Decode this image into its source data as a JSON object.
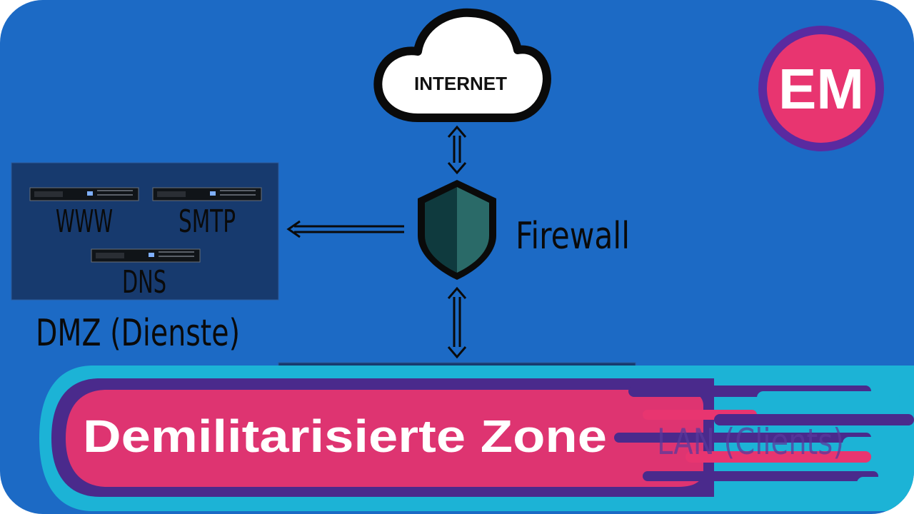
{
  "diagram": {
    "internet_label": "INTERNET",
    "firewall_label": "Firewall",
    "dmz": {
      "servers": [
        "WWW",
        "SMTP",
        "DNS"
      ],
      "caption": "DMZ (Dienste)"
    },
    "lan_caption": "LAN (Clients)"
  },
  "banner": {
    "title": "Demilitarisierte Zone"
  },
  "logo": {
    "text": "EM"
  },
  "colors": {
    "background": "#1c6ac5",
    "banner_pink": "#e83570",
    "banner_purple": "#4a2a8c",
    "banner_cyan": "#1cb3d6",
    "logo_ring": "#5a2aa0",
    "shield_dark": "#0f3a3e",
    "shield_light": "#2a6a68"
  }
}
